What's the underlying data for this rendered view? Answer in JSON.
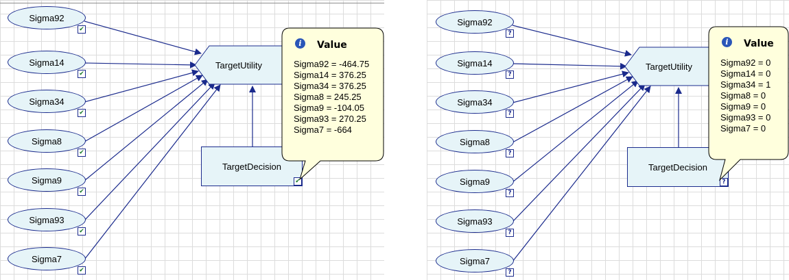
{
  "panels": [
    {
      "chance_nodes": [
        "Sigma92",
        "Sigma14",
        "Sigma34",
        "Sigma8",
        "Sigma9",
        "Sigma93",
        "Sigma7"
      ],
      "checkbox_state": "checked",
      "utility_label": "TargetUtility",
      "decision_label": "TargetDecision",
      "callout_title": "Value",
      "values": [
        "Sigma92 = -464.75",
        "Sigma14 = 376.25",
        "Sigma34 = 376.25",
        "Sigma8 = 245.25",
        "Sigma9 = -104.05",
        "Sigma93 = 270.25",
        "Sigma7 = -664"
      ]
    },
    {
      "chance_nodes": [
        "Sigma92",
        "Sigma14",
        "Sigma34",
        "Sigma8",
        "Sigma9",
        "Sigma93",
        "Sigma7"
      ],
      "checkbox_state": "unknown",
      "utility_label": "TargetUtility",
      "decision_label": "TargetDecision",
      "callout_title": "Value",
      "values": [
        "Sigma92 = 0",
        "Sigma14 = 0",
        "Sigma34 = 1",
        "Sigma8 = 0",
        "Sigma9 = 0",
        "Sigma93 = 0",
        "Sigma7 = 0"
      ]
    }
  ],
  "colors": {
    "node_fill": "#e6f4f8",
    "node_border": "#1a2a8c",
    "arrow": "#1a2a8c",
    "callout_fill": "#ffffdd",
    "checkmark": "#1a7a2a"
  },
  "icons": {
    "callout": "info-icon",
    "checked": "checkmark-icon",
    "unknown": "question-icon"
  }
}
